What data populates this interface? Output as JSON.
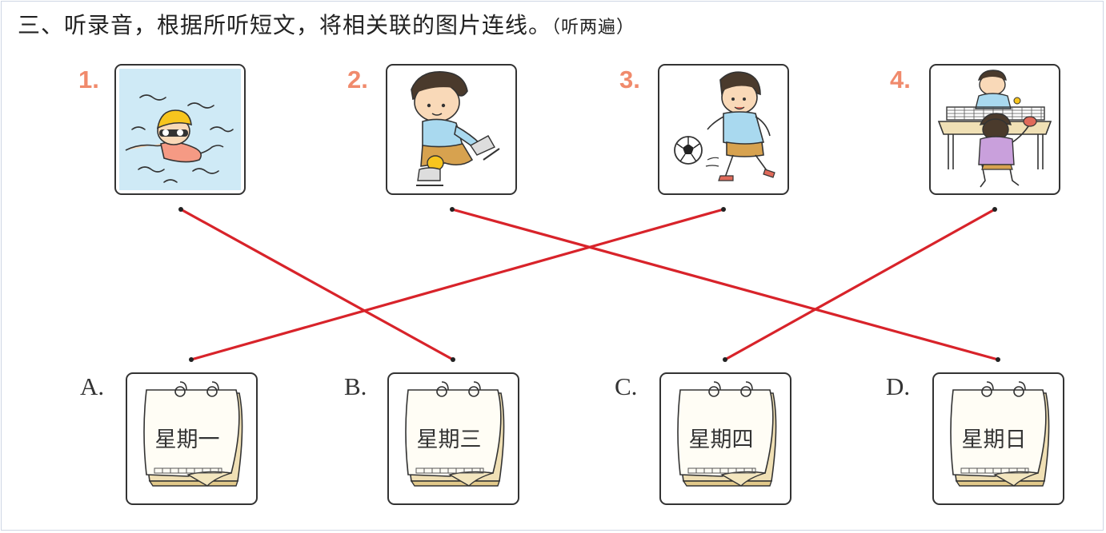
{
  "question": {
    "title": "三、听录音，根据所听短文，将相关联的图片连线。",
    "note": "（听两遍）"
  },
  "pictures": [
    {
      "number": "1.",
      "icon": "swimming-boy-icon"
    },
    {
      "number": "2.",
      "icon": "skating-boy-icon"
    },
    {
      "number": "3.",
      "icon": "football-boy-icon"
    },
    {
      "number": "4.",
      "icon": "table-tennis-boys-icon"
    }
  ],
  "calendars": [
    {
      "letter": "A.",
      "day": "星期一"
    },
    {
      "letter": "B.",
      "day": "星期三"
    },
    {
      "letter": "C.",
      "day": "星期四"
    },
    {
      "letter": "D.",
      "day": "星期日"
    }
  ],
  "answers": [
    {
      "picture": 1,
      "calendar": "B"
    },
    {
      "picture": 2,
      "calendar": "D"
    },
    {
      "picture": 3,
      "calendar": "A"
    },
    {
      "picture": 4,
      "calendar": "C"
    }
  ],
  "colors": {
    "number": "#f08a6c",
    "line": "#d8232a",
    "water": "#cfeaf6",
    "cap": "#f7c51e",
    "skin": "#f9d9b8",
    "shirt_blue": "#a9d9ef",
    "shorts": "#d7a24f",
    "shirt_purple": "#c9a0dc",
    "table": "#f0e0b5"
  }
}
